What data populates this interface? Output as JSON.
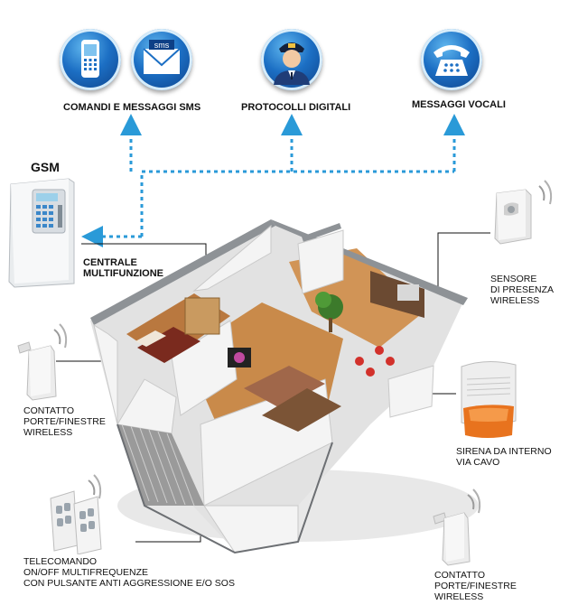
{
  "top_services": [
    {
      "label": "COMANDI E MESSAGGI SMS",
      "icons": [
        "mobile-phone-icon",
        "sms-envelope-icon"
      ]
    },
    {
      "label": "PROTOCOLLI DIGITALI",
      "icons": [
        "security-guard-icon"
      ]
    },
    {
      "label": "MESSAGGI VOCALI",
      "icons": [
        "telephone-icon"
      ]
    }
  ],
  "sms_badge": "sms",
  "devices": {
    "gsm_title": "GSM",
    "control_unit": [
      "CENTRALE",
      "MULTIFUNZIONE"
    ],
    "presence_sensor": [
      "SENSORE",
      "DI PRESENZA",
      "WIRELESS"
    ],
    "door_contact_left": [
      "CONTATTO",
      "PORTE/FINESTRE",
      "WIRELESS"
    ],
    "indoor_siren": [
      "SIRENA DA INTERNO",
      "VIA CAVO"
    ],
    "remote_control": [
      "TELECOMANDO",
      "ON/OFF MULTIFREQUENZE",
      "CON PULSANTE ANTI AGGRESSIONE E/O SOS"
    ],
    "door_contact_bottom": [
      "CONTATTO",
      "PORTE/FINESTRE",
      "WIRELESS"
    ]
  },
  "colors": {
    "link_blue": "#2a9ad8",
    "icon_blue": "#1c6fc4",
    "siren_orange": "#e8731e",
    "floor_wood": "#c98a4a",
    "wall": "#f2f2f2"
  }
}
